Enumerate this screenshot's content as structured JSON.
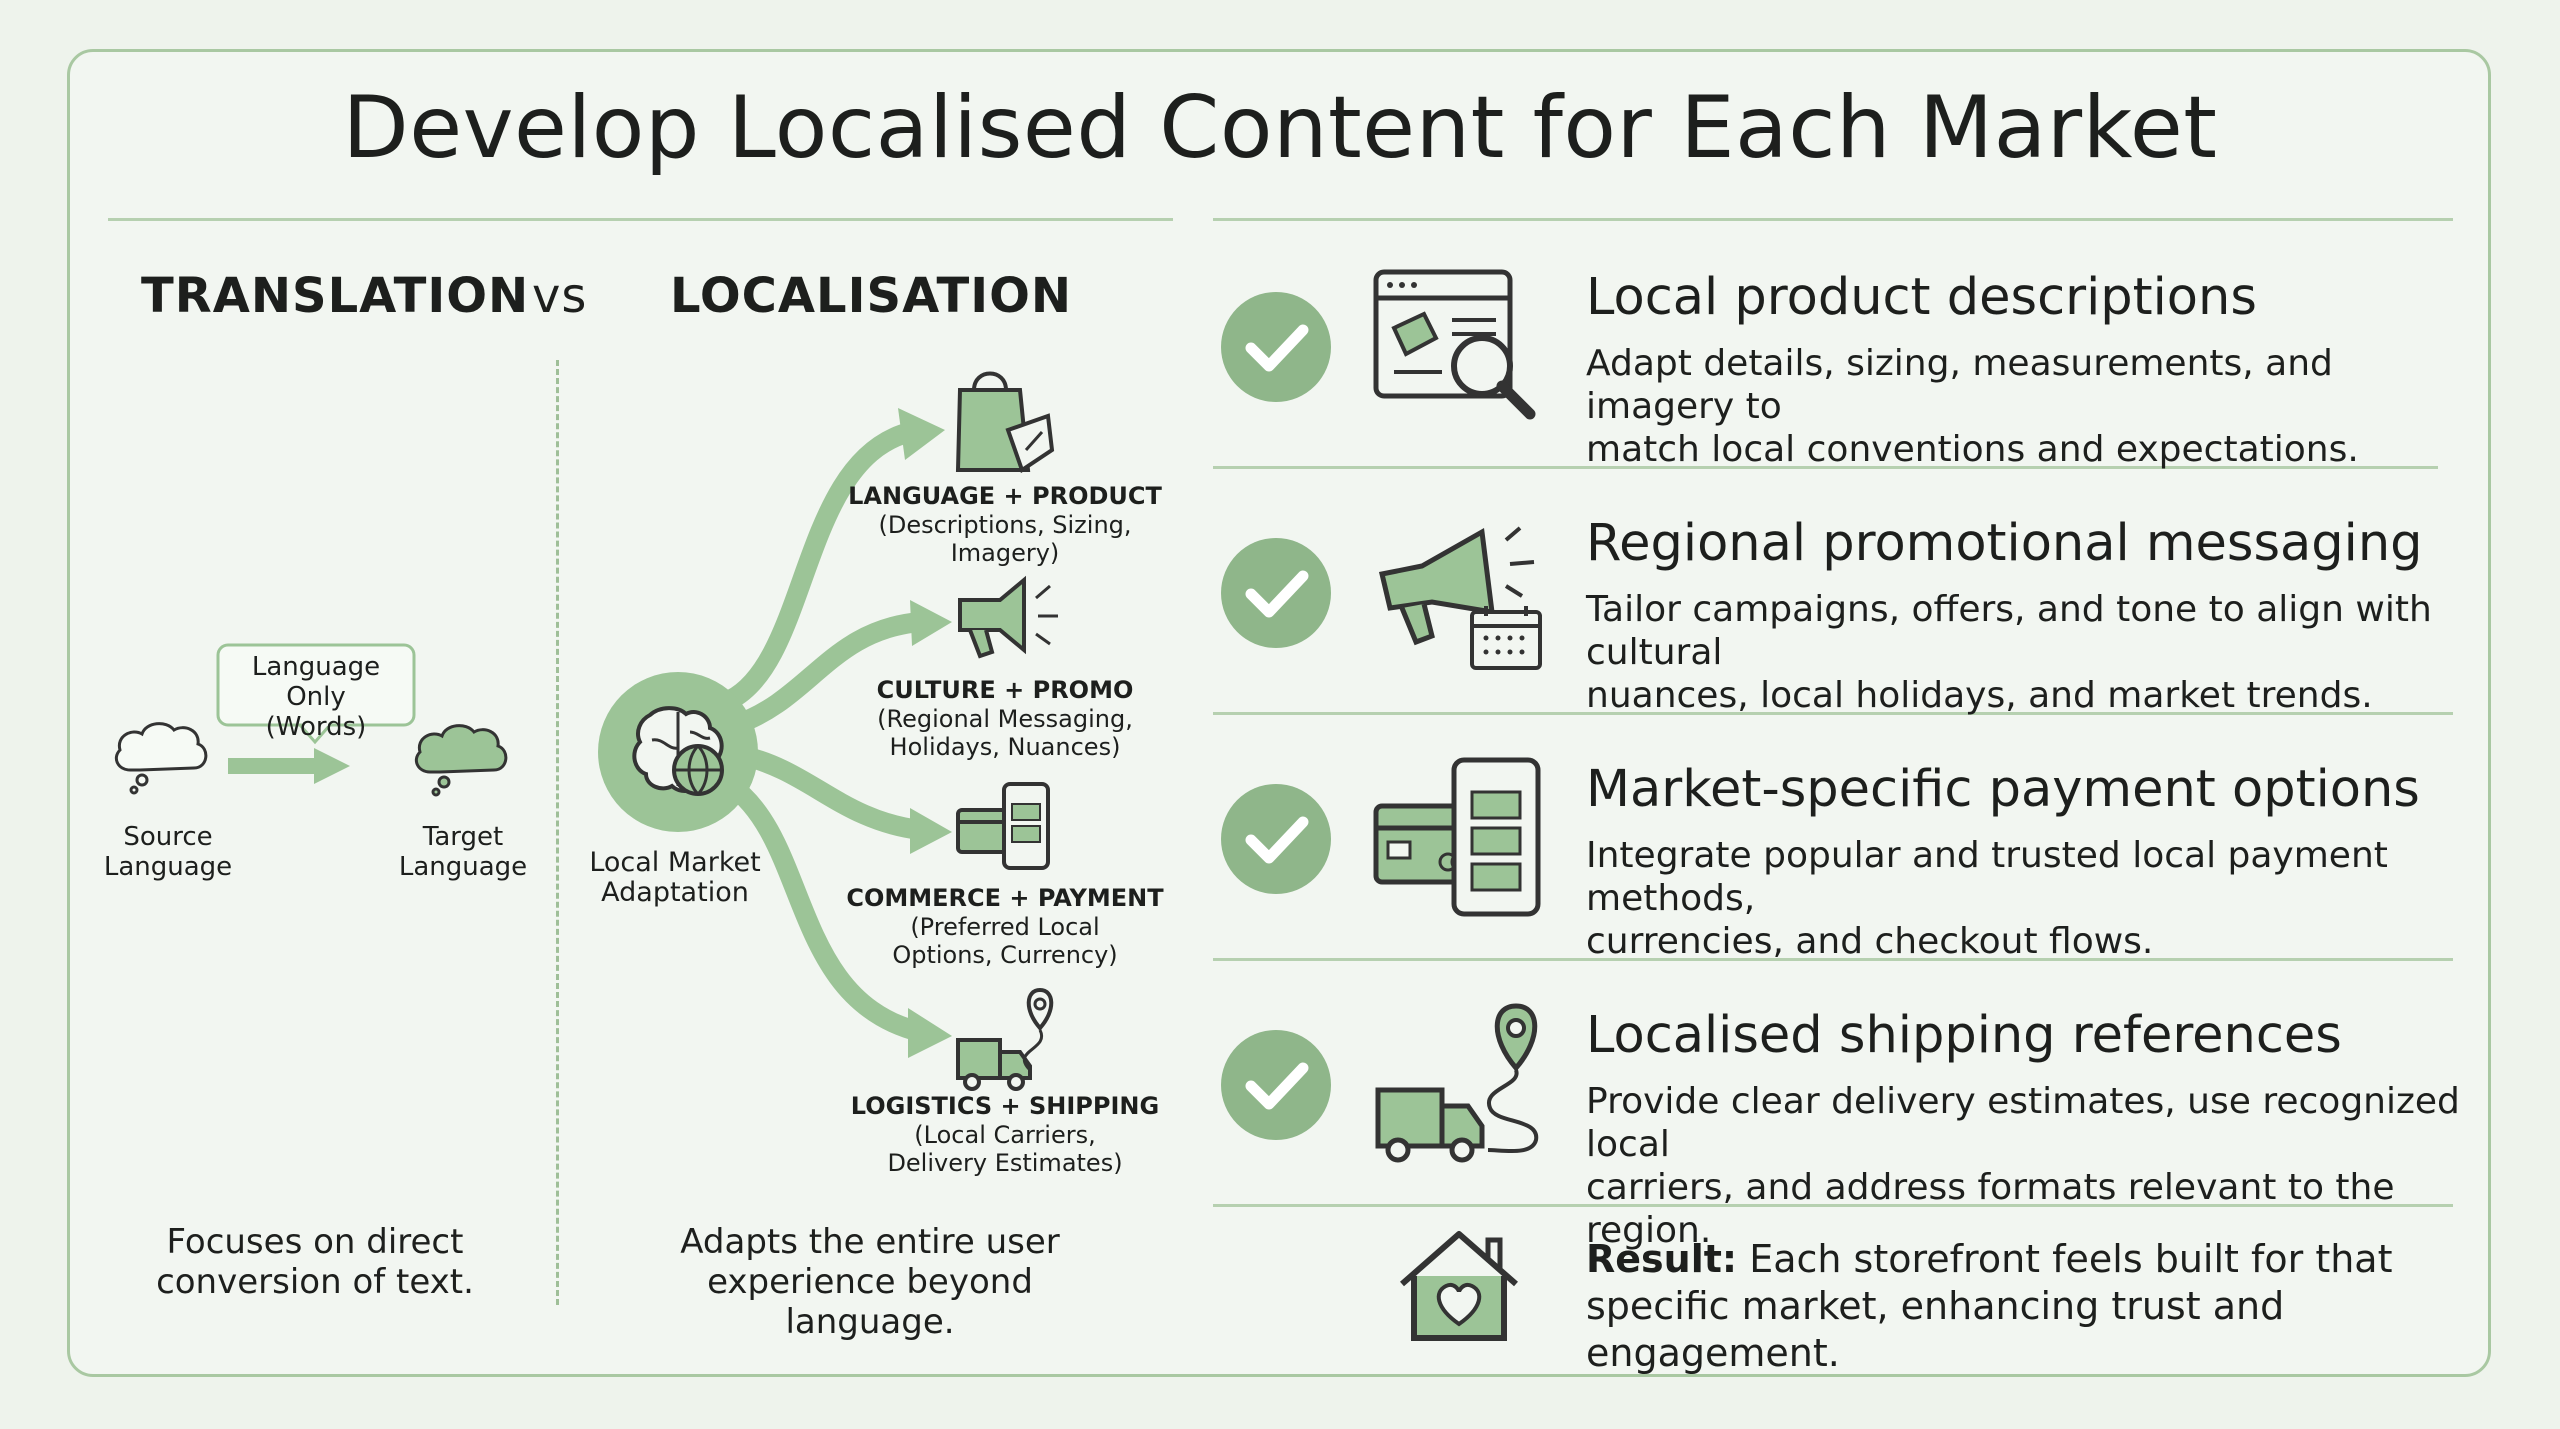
{
  "title": "Develop Localised Content for Each Market",
  "left": {
    "translation_header": "TRANSLATION",
    "vs": "vs",
    "localisation_header": "LOCALISATION",
    "bubble_text": [
      "Language Only",
      "(Words)"
    ],
    "source_label": [
      "Source",
      "Language"
    ],
    "target_label": [
      "Target",
      "Language"
    ],
    "translation_caption": [
      "Focuses on direct",
      "conversion of text."
    ],
    "hub_label": [
      "Local Market",
      "Adaptation"
    ],
    "branches": [
      {
        "title": "LANGUAGE + PRODUCT",
        "sub": [
          "(Descriptions, Sizing,",
          "Imagery)"
        ],
        "icon": "shopping-bag-icon"
      },
      {
        "title": "CULTURE + PROMO",
        "sub": [
          "(Regional Messaging,",
          "Holidays, Nuances)"
        ],
        "icon": "megaphone-icon"
      },
      {
        "title": "COMMERCE + PAYMENT",
        "sub": [
          "(Preferred Local",
          "Options, Currency)"
        ],
        "icon": "payment-icon"
      },
      {
        "title": "LOGISTICS + SHIPPING",
        "sub": [
          "(Local Carriers,",
          "Delivery Estimates)"
        ],
        "icon": "truck-route-icon"
      }
    ],
    "localisation_caption": [
      "Adapts the entire user",
      "experience beyond language."
    ]
  },
  "right": {
    "rows": [
      {
        "title": "Local product descriptions",
        "desc": [
          "Adapt details, sizing, measurements, and imagery to",
          "match local conventions and expectations."
        ],
        "icon": "product-search-icon"
      },
      {
        "title": "Regional promotional messaging",
        "desc": [
          "Tailor campaigns, offers, and tone to align with cultural",
          "nuances, local holidays, and market trends."
        ],
        "icon": "megaphone-calendar-icon"
      },
      {
        "title": "Market-specific payment options",
        "desc": [
          "Integrate popular and trusted local payment methods,",
          "currencies, and checkout flows."
        ],
        "icon": "card-phone-icon"
      },
      {
        "title": "Localised shipping references",
        "desc": [
          "Provide clear delivery estimates, use recognized local",
          "carriers, and address formats relevant to the region."
        ],
        "icon": "truck-pin-icon"
      }
    ],
    "result_label": "Result:",
    "result_text": "Each storefront feels built for that specific market, enhancing trust and engagement."
  },
  "colors": {
    "accent": "#8fb68a",
    "icon_fill": "#9cc497",
    "line": "#b6d0b0",
    "background": "#eef3ec"
  }
}
